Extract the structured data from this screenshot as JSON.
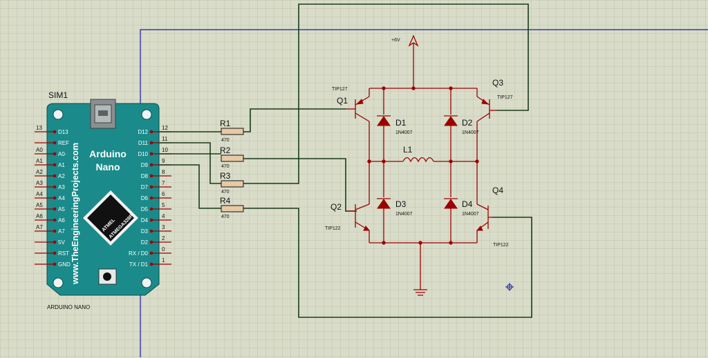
{
  "arduino": {
    "ref": "SIM1",
    "name_line1": "Arduino",
    "name_line2": "Nano",
    "website": "www.TheEngineeringProjects.com",
    "chip_line1": "ATMEL",
    "chip_line2": "ATMEGA328P",
    "footer": "ARDUINO NANO",
    "left_pins": [
      {
        "num": "13",
        "label": "D13"
      },
      {
        "num": "",
        "label": "REF"
      },
      {
        "num": "A0",
        "label": "A0·"
      },
      {
        "num": "A1",
        "label": "A1"
      },
      {
        "num": "A2",
        "label": "A2"
      },
      {
        "num": "A3",
        "label": "A3"
      },
      {
        "num": "A4",
        "label": "A4"
      },
      {
        "num": "A5",
        "label": "A5"
      },
      {
        "num": "A6",
        "label": "A6"
      },
      {
        "num": "A7",
        "label": "A7"
      },
      {
        "num": "",
        "label": "5V"
      },
      {
        "num": "",
        "label": "RST"
      },
      {
        "num": "",
        "label": "GND"
      }
    ],
    "right_pins": [
      {
        "num": "12",
        "label": "D12"
      },
      {
        "num": "11",
        "label": "D11"
      },
      {
        "num": "10",
        "label": "D10"
      },
      {
        "num": "9",
        "label": "D9"
      },
      {
        "num": "8",
        "label": "D8"
      },
      {
        "num": "7",
        "label": "D7"
      },
      {
        "num": "6",
        "label": "D6"
      },
      {
        "num": "5",
        "label": "D5"
      },
      {
        "num": "4",
        "label": "D4"
      },
      {
        "num": "3",
        "label": "D3"
      },
      {
        "num": "2",
        "label": "D2"
      },
      {
        "num": "0",
        "label": "RX / D0"
      },
      {
        "num": "1",
        "label": "TX / D1"
      }
    ]
  },
  "resistors": [
    {
      "ref": "R1",
      "value": "470"
    },
    {
      "ref": "R2",
      "value": "470"
    },
    {
      "ref": "R3",
      "value": "470"
    },
    {
      "ref": "R4",
      "value": "470"
    }
  ],
  "transistors": [
    {
      "ref": "Q1",
      "part": "TIP127"
    },
    {
      "ref": "Q2",
      "part": "TIP122"
    },
    {
      "ref": "Q3",
      "part": "TIP127"
    },
    {
      "ref": "Q4",
      "part": "TIP122"
    }
  ],
  "diodes": [
    {
      "ref": "D1",
      "part": "1N4007"
    },
    {
      "ref": "D2",
      "part": "1N4007"
    },
    {
      "ref": "D3",
      "part": "1N4007"
    },
    {
      "ref": "D4",
      "part": "1N4007"
    }
  ],
  "inductor": {
    "ref": "L1"
  },
  "power": {
    "label": "+6V"
  },
  "colors": {
    "background": "#d8dcc8",
    "grid": "#b9bea8",
    "board": "#1b8a8a",
    "component": "#9b0000",
    "wire": "#1a3a1a",
    "sheet_border": "#1c1c9c"
  }
}
